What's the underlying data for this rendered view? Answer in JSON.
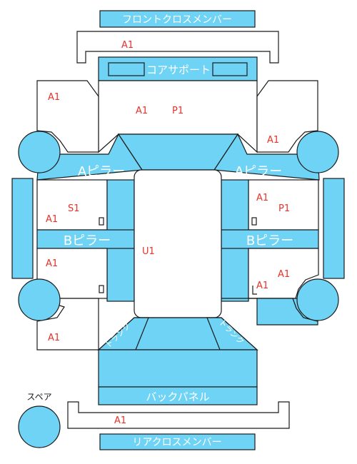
{
  "parts": {
    "front_cross_member": "フロントクロスメンバー",
    "core_support": "コアサポート",
    "a_pillar_left": "Aピラー",
    "a_pillar_right": "Aピラー",
    "b_pillar_left": "Bピラー",
    "b_pillar_right": "Bピラー",
    "back_panel": "バックパネル",
    "rear_cross_member": "リアクロスメンバー",
    "spare": "スペア",
    "trunk_left": "トランク",
    "trunk_right": "トランク"
  },
  "codes": {
    "front_member": "A1",
    "front_left_fender": "A1",
    "hood_a": "A1",
    "hood_p": "P1",
    "front_right_fender": "A1",
    "front_left_door_s": "S1",
    "front_left_door_a": "A1",
    "roof": "U1",
    "front_right_door_a": "A1",
    "front_right_door_p": "P1",
    "rear_left_door": "A1",
    "rear_right_door_a": "A1",
    "rear_right_door_a2": "A1",
    "rear_left_quarter": "A1",
    "rear_member": "A1"
  },
  "colors": {
    "part_fill": "#6fd3f5",
    "outline": "#1a1a1a",
    "code_text": "#e8322b",
    "label_text": "#ffffff"
  }
}
